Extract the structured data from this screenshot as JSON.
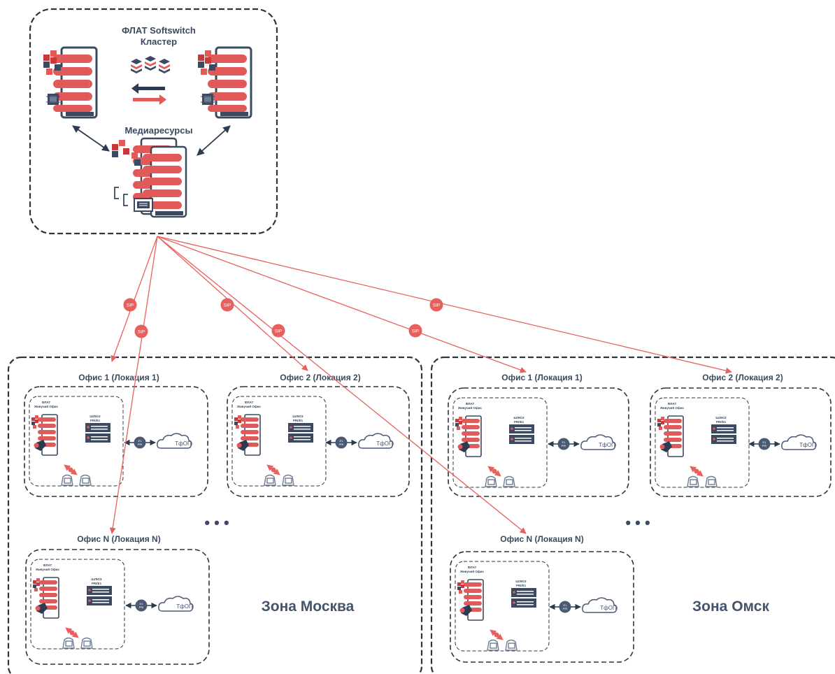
{
  "cluster": {
    "title_line1": "ФЛАТ Softswitch",
    "title_line2": "Кластер",
    "media_label": "Медиаресурсы"
  },
  "link_label": "SIP",
  "zones": [
    {
      "name": "Зона Москва",
      "offices": [
        {
          "title": "Офис 1 (Локация 1)"
        },
        {
          "title": "Офис 2 (Локация 2)"
        },
        {
          "title": "Офис N (Локация N)"
        }
      ]
    },
    {
      "name": "Зона Омск",
      "offices": [
        {
          "title": "Офис 1 (Локация 1)"
        },
        {
          "title": "Офис 2 (Локация 2)"
        },
        {
          "title": "Офис N (Локация N)"
        }
      ]
    }
  ],
  "office_contents": {
    "flat_label_line1": "ФЛАТ",
    "flat_label_line2": "Живучий Офис",
    "gateway_label_line1": "ШЛЮЗ",
    "gateway_label_line2": "PRI/E1",
    "pill_line1": "E1",
    "pill_line2": "PRI",
    "cloud_label": "ТфОП"
  },
  "ellipsis": "• • •",
  "colors": {
    "accent_red": "#e8605e",
    "server_red": "#e05a5a",
    "navy": "#3b4a60",
    "border": "#2c3440"
  }
}
